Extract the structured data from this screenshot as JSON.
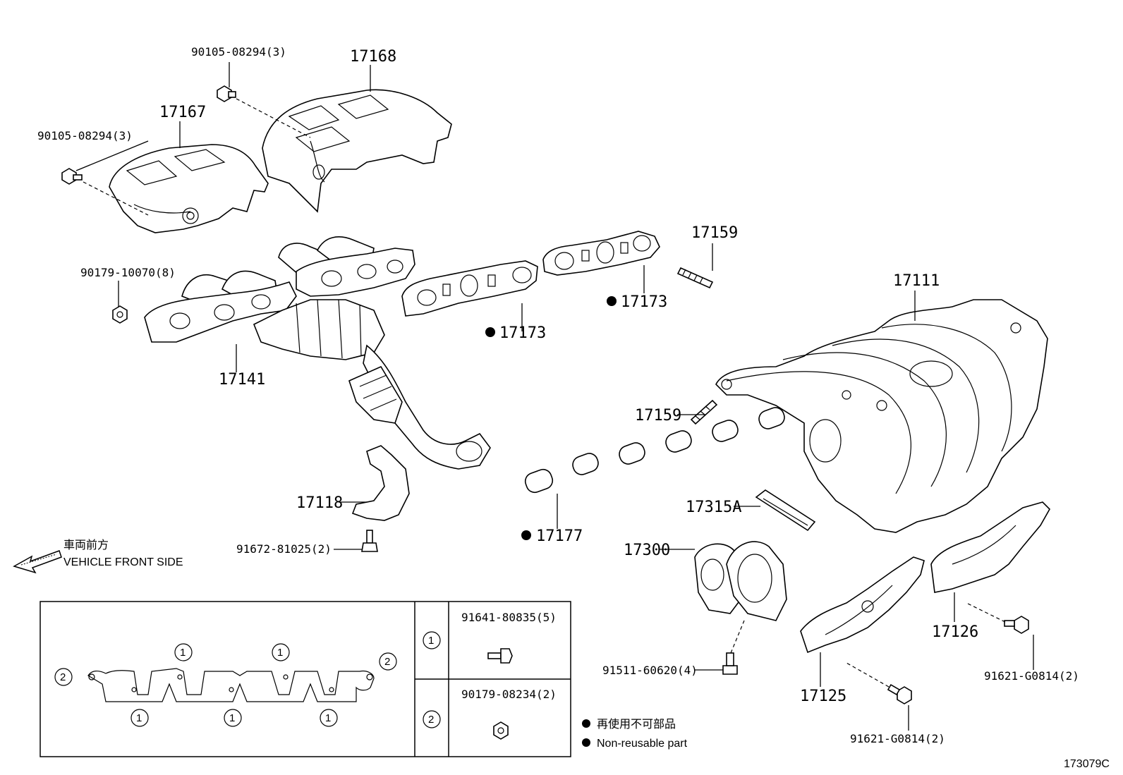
{
  "labels": {
    "p17168": "17168",
    "p17167": "17167",
    "bolt_top": "90105-08294(3)",
    "bolt_left": "90105-08294(3)",
    "nut_90179": "90179-10070(8)",
    "p17141": "17141",
    "p17173_a": "17173",
    "p17173_b": "17173",
    "p17159_top": "17159",
    "p17159_mid": "17159",
    "p17111": "17111",
    "p17118": "17118",
    "bolt_91672": "91672-81025(2)",
    "p17177": "17177",
    "p17315A": "17315A",
    "p17300": "17300",
    "bolt_91511": "91511-60620(4)",
    "p17126": "17126",
    "p17125": "17125",
    "bolt_91621_a": "91621-G0814(2)",
    "bolt_91621_b": "91621-G0814(2)"
  },
  "direction": {
    "jp": "車両前方",
    "en": "VEHICLE FRONT SIDE"
  },
  "legend": {
    "row1_marker": "1",
    "row1_part": "91641-80835(5)",
    "row2_marker": "2",
    "row2_part": "90179-08234(2)",
    "markers": [
      "1",
      "1",
      "1",
      "1",
      "1",
      "2",
      "2"
    ]
  },
  "notes": {
    "nonreusable_jp": "再使用不可部品",
    "nonreusable_en": "Non-reusable part"
  },
  "diagram_code": "173079C"
}
